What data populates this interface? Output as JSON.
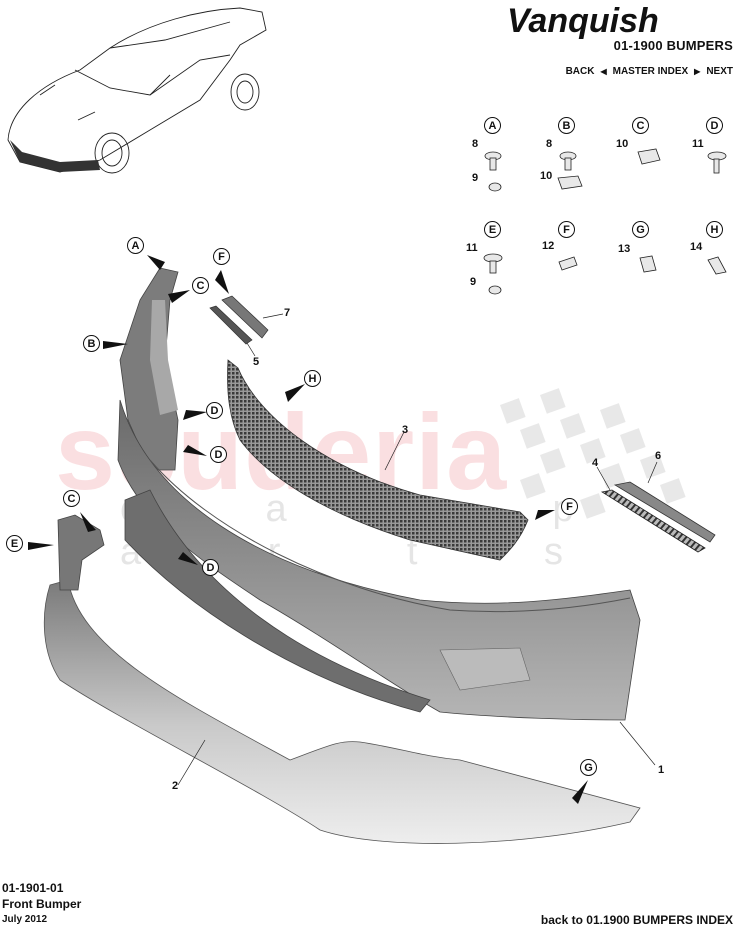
{
  "header": {
    "brand_logo_text": "Vanquish",
    "section_title": "01-1900 BUMPERS",
    "nav": {
      "back_label": "BACK",
      "back_icon": "triangle-left-icon",
      "master_index_label": "MASTER INDEX",
      "next_icon": "triangle-right-icon",
      "next_label": "NEXT"
    }
  },
  "watermark": {
    "text": "scuderia",
    "subtext": "c a r p a r t s"
  },
  "fixing_key": [
    {
      "letter": "A",
      "parts": [
        "8",
        "9"
      ]
    },
    {
      "letter": "B",
      "parts": [
        "8",
        "10"
      ]
    },
    {
      "letter": "C",
      "parts": [
        "10"
      ]
    },
    {
      "letter": "D",
      "parts": [
        "11"
      ]
    },
    {
      "letter": "E",
      "parts": [
        "11",
        "9"
      ]
    },
    {
      "letter": "F",
      "parts": [
        "12"
      ]
    },
    {
      "letter": "G",
      "parts": [
        "13"
      ]
    },
    {
      "letter": "H",
      "parts": [
        "14"
      ]
    }
  ],
  "diagram": {
    "callouts": {
      "A1": "A",
      "C1": "C",
      "B1": "B",
      "F1": "F",
      "D1": "D",
      "D2": "D",
      "H1": "H",
      "F2": "F",
      "C2": "C",
      "E1": "E",
      "D3": "D",
      "G1": "G"
    },
    "part_numbers": {
      "p1": "1",
      "p2": "2",
      "p3": "3",
      "p4": "4",
      "p5": "5",
      "p6": "6",
      "p7": "7"
    }
  },
  "footer": {
    "diagram_code": "01-1901-01",
    "diagram_title": "Front Bumper",
    "date": "July 2012",
    "back_link": "back to 01.1900 BUMPERS INDEX"
  },
  "colors": {
    "part_dark": "#5a5a5a",
    "part_mid": "#8a8a8a",
    "part_light": "#c8c8c8",
    "watermark_red": "#e66e78",
    "checker": "#d8d8d8"
  }
}
